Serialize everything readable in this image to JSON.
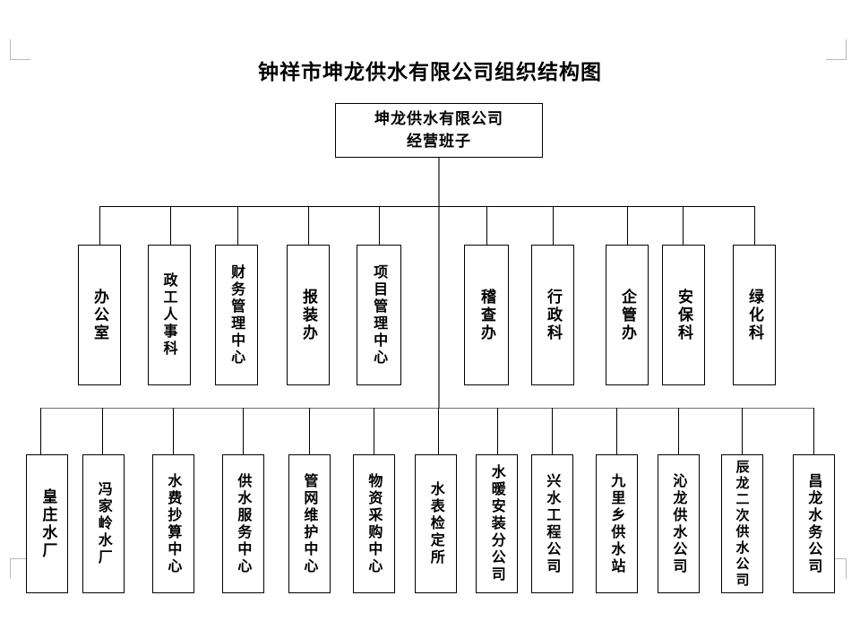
{
  "document": {
    "title": "钟祥市坤龙供水有限公司组织结构图",
    "page_marks": [
      "corner-mark-top-left",
      "corner-mark-top-right",
      "corner-mark-bottom-left",
      "corner-mark-bottom-right"
    ]
  },
  "colors": {
    "box_border": "#000000",
    "text": "#000000",
    "connector": "#000000",
    "trunk_connector": "#6f6f6f",
    "corner_mark": "#b8b8b8",
    "background": "#ffffff"
  },
  "chart_data": {
    "type": "diagram",
    "diagram_type": "organization-chart",
    "orientation": "top-down",
    "levels": 3,
    "root": {
      "id": "root",
      "lines": [
        "坤龙供水有限公司",
        "经营班子"
      ],
      "text": "坤龙供水有限公司经营班子",
      "text_direction": "horizontal"
    },
    "level2_left_group": [
      {
        "id": "l2-1",
        "label": "办公室"
      },
      {
        "id": "l2-2",
        "label": "政工人事科"
      },
      {
        "id": "l2-3",
        "label": "财务管理中心"
      },
      {
        "id": "l2-4",
        "label": "报装办"
      },
      {
        "id": "l2-5",
        "label": "项目管理中心"
      }
    ],
    "level2_right_group": [
      {
        "id": "l2-6",
        "label": "稽查办"
      },
      {
        "id": "l2-7",
        "label": "行政科"
      },
      {
        "id": "l2-8",
        "label": "企管办"
      },
      {
        "id": "l2-9",
        "label": "安保科"
      },
      {
        "id": "l2-10",
        "label": "绿化科"
      }
    ],
    "level3": [
      {
        "id": "l3-1",
        "label": "皇庄水厂"
      },
      {
        "id": "l3-2",
        "label": "冯家岭水厂"
      },
      {
        "id": "l3-3",
        "label": "水费抄算中心"
      },
      {
        "id": "l3-4",
        "label": "供水服务中心"
      },
      {
        "id": "l3-5",
        "label": "管网维护中心"
      },
      {
        "id": "l3-6",
        "label": "物资采购中心"
      },
      {
        "id": "l3-7",
        "label": "水表检定所"
      },
      {
        "id": "l3-8",
        "label": "水暖安装分公司"
      },
      {
        "id": "l3-9",
        "label": "兴水工程公司"
      },
      {
        "id": "l3-10",
        "label": "九里乡供水站"
      },
      {
        "id": "l3-11",
        "label": "沁龙供水公司"
      },
      {
        "id": "l3-12",
        "label": "辰龙二次供水公司"
      },
      {
        "id": "l3-13",
        "label": "昌龙水务公司"
      }
    ],
    "level2_count": 10,
    "level3_count": 13,
    "text_direction_departments": "vertical-upright"
  }
}
